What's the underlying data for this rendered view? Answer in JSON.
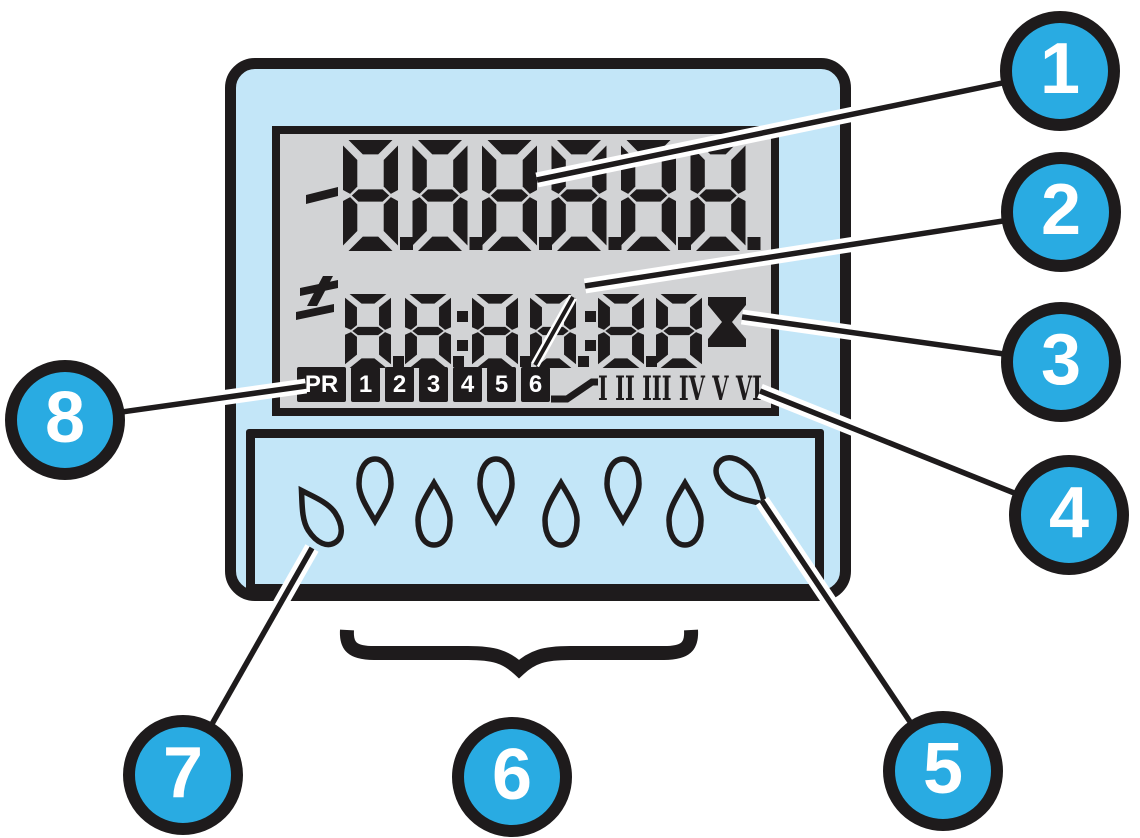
{
  "colors": {
    "accent_blue": "#29ABE2",
    "device_blue": "#C3E6F8",
    "lcd_gray": "#D2D3D5",
    "ink": "#1E1B1C"
  },
  "lcd": {
    "row1_digits": "-8.8.8.8.8.8.",
    "row2_digits": "±8.8.:8.8.:8.8",
    "row2_special_segment": "slashed test segment on 4th small digit",
    "hourglass_icon": "hourglass",
    "indicators": [
      "PR",
      "1",
      "2",
      "3",
      "4",
      "5",
      "6"
    ],
    "outputs": "I II III IV V VI",
    "switch_icon": "switch-contact"
  },
  "keypad": {
    "key_count": 8,
    "key_shape": "teardrop"
  },
  "callouts": [
    {
      "label": "1"
    },
    {
      "label": "2"
    },
    {
      "label": "3"
    },
    {
      "label": "4"
    },
    {
      "label": "5"
    },
    {
      "label": "6"
    },
    {
      "label": "7"
    },
    {
      "label": "8"
    }
  ]
}
